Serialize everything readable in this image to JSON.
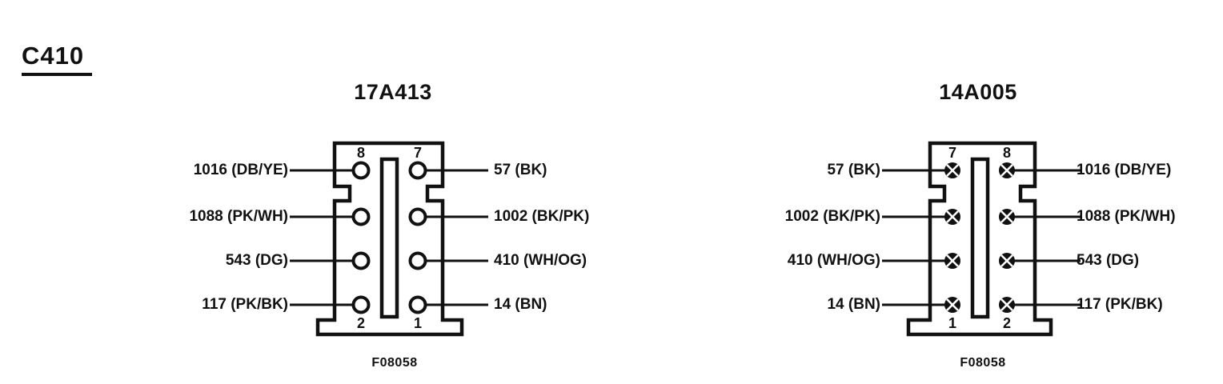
{
  "page": {
    "id_label": "C410",
    "background_color": "#ffffff",
    "ink_color": "#111111"
  },
  "connectors": [
    {
      "title": "17A413",
      "caption": "F08058",
      "pin_style": "open-circle",
      "top_pin_numbers": [
        "8",
        "7"
      ],
      "bottom_pin_numbers": [
        "2",
        "1"
      ],
      "rows": [
        {
          "left": "1016 (DB/YE)",
          "right": "57 (BK)"
        },
        {
          "left": "1088 (PK/WH)",
          "right": "1002 (BK/PK)"
        },
        {
          "left": "543 (DG)",
          "right": "410 (WH/OG)"
        },
        {
          "left": "117 (PK/BK)",
          "right": "14 (BN)"
        }
      ]
    },
    {
      "title": "14A005",
      "caption": "F08058",
      "pin_style": "crossed-circle",
      "top_pin_numbers": [
        "7",
        "8"
      ],
      "bottom_pin_numbers": [
        "1",
        "2"
      ],
      "rows": [
        {
          "left": "57 (BK)",
          "right": "1016 (DB/YE)"
        },
        {
          "left": "1002 (BK/PK)",
          "right": "1088 (PK/WH)"
        },
        {
          "left": "410 (WH/OG)",
          "right": "543 (DG)"
        },
        {
          "left": "14 (BN)",
          "right": "117 (PK/BK)"
        }
      ]
    }
  ]
}
